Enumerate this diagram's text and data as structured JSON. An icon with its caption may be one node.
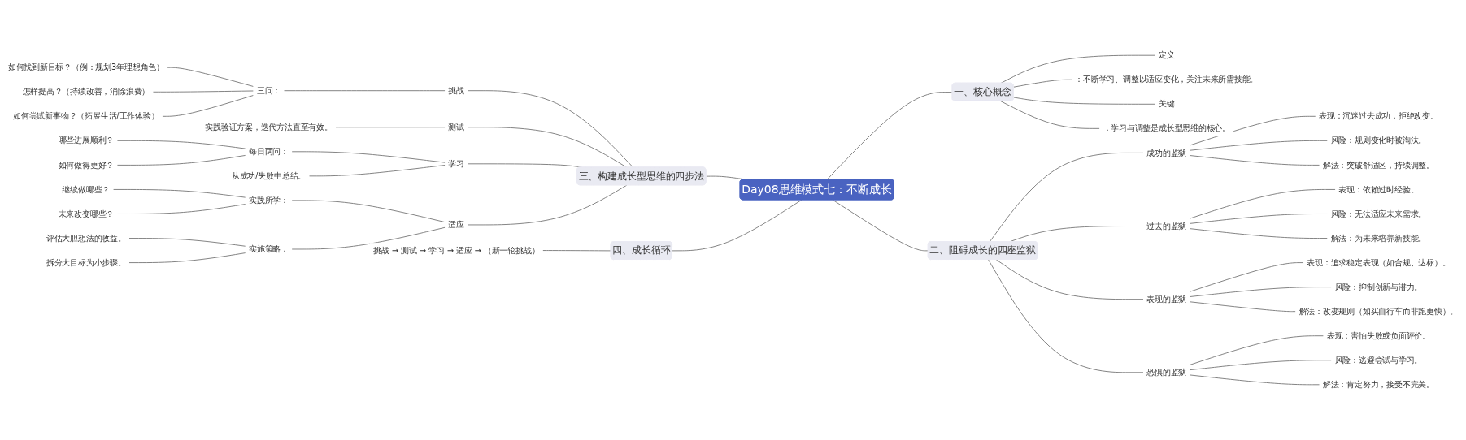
{
  "diagram": {
    "nodes": [
      {
        "text": [
          "Day08思维模式七：不断成长"
        ]
      },
      {
        "text": [
          "一、核心概念"
        ]
      },
      {
        "text": [
          "定义"
        ]
      },
      {
        "text": [
          "：不断学习、调整以适应变化，关注未来所需技能。"
        ]
      },
      {
        "text": [
          "关键"
        ]
      },
      {
        "text": [
          "：学习与调整是成长型思维的核心。"
        ]
      },
      {
        "text": [
          "二、阻碍成长的四座监狱"
        ]
      },
      {
        "text": [
          "成功的监狱"
        ]
      },
      {
        "text": [
          "表现：沉迷过去成功，拒绝改变。"
        ]
      },
      {
        "text": [
          "风险：规则变化时被淘汰。"
        ]
      },
      {
        "text": [
          "解法：突破舒适区，持续调整。"
        ]
      },
      {
        "text": [
          "过去的监狱"
        ]
      },
      {
        "text": [
          "表现：依赖过时经验。"
        ]
      },
      {
        "text": [
          "风险：无法适应未来需求。"
        ]
      },
      {
        "text": [
          "解法：为未来培养新技能。"
        ]
      },
      {
        "text": [
          "表现的监狱"
        ]
      },
      {
        "text": [
          "表现：追求稳定表现（如合规、达标）。"
        ]
      },
      {
        "text": [
          "风险：抑制创新与潜力。"
        ]
      },
      {
        "text": [
          "解法：改变规则（如买自行车而非跑更快）。"
        ]
      },
      {
        "text": [
          "恐惧的监狱"
        ]
      },
      {
        "text": [
          "表现：害怕失败或负面评价。"
        ]
      },
      {
        "text": [
          "风险：逃避尝试与学习。"
        ]
      },
      {
        "text": [
          "解法：肯定努力，接受不完美。"
        ]
      },
      {
        "text": [
          "三、构建成长型思维的四步法"
        ]
      },
      {
        "text": [
          "挑战"
        ]
      },
      {
        "text": [
          "三问："
        ]
      },
      {
        "text": [
          "如何找到新目标？（例：规划3年理想角色）"
        ]
      },
      {
        "text": [
          "怎样提高？（持续改善，消除浪费）"
        ]
      },
      {
        "text": [
          "如何尝试新事物？（拓展生活/工作体验）"
        ]
      },
      {
        "text": [
          "测试"
        ]
      },
      {
        "text": [
          "实践验证方案，迭代方法直至有效。"
        ]
      },
      {
        "text": [
          "学习"
        ]
      },
      {
        "text": [
          "每日两问："
        ]
      },
      {
        "text": [
          "哪些进展顺利？"
        ]
      },
      {
        "text": [
          "如何做得更好？"
        ]
      },
      {
        "text": [
          "从成功/失败中总结。"
        ]
      },
      {
        "text": [
          "适应"
        ]
      },
      {
        "text": [
          "实践所学："
        ]
      },
      {
        "text": [
          "继续做哪些？"
        ]
      },
      {
        "text": [
          "未来改变哪些？"
        ]
      },
      {
        "text": [
          "实施策略："
        ]
      },
      {
        "text": [
          "评估大胆想法的收益。"
        ]
      },
      {
        "text": [
          "拆分大目标为小步骤。"
        ]
      },
      {
        "text": [
          "四、成长循环"
        ]
      },
      {
        "text": [
          "挑战 → 测试 → 学习 → 适应 → （新一轮挑战）"
        ]
      }
    ],
    "edges": [
      {
        "from": 0,
        "to": 1,
        "arrow": "none"
      },
      {
        "from": 1,
        "to": 2,
        "arrow": "none"
      },
      {
        "from": 1,
        "to": 3,
        "arrow": "none"
      },
      {
        "from": 1,
        "to": 4,
        "arrow": "none"
      },
      {
        "from": 1,
        "to": 5,
        "arrow": "none"
      },
      {
        "from": 0,
        "to": 6,
        "arrow": "none"
      },
      {
        "from": 6,
        "to": 7,
        "arrow": "none"
      },
      {
        "from": 7,
        "to": 8,
        "arrow": "none"
      },
      {
        "from": 7,
        "to": 9,
        "arrow": "none"
      },
      {
        "from": 7,
        "to": 10,
        "arrow": "none"
      },
      {
        "from": 6,
        "to": 11,
        "arrow": "none"
      },
      {
        "from": 11,
        "to": 12,
        "arrow": "none"
      },
      {
        "from": 11,
        "to": 13,
        "arrow": "none"
      },
      {
        "from": 11,
        "to": 14,
        "arrow": "none"
      },
      {
        "from": 6,
        "to": 15,
        "arrow": "none"
      },
      {
        "from": 15,
        "to": 16,
        "arrow": "none"
      },
      {
        "from": 15,
        "to": 17,
        "arrow": "none"
      },
      {
        "from": 15,
        "to": 18,
        "arrow": "none"
      },
      {
        "from": 6,
        "to": 19,
        "arrow": "none"
      },
      {
        "from": 19,
        "to": 20,
        "arrow": "none"
      },
      {
        "from": 19,
        "to": 21,
        "arrow": "none"
      },
      {
        "from": 19,
        "to": 22,
        "arrow": "none"
      },
      {
        "from": 23,
        "to": 0,
        "arrow": "none"
      },
      {
        "from": 24,
        "to": 23,
        "arrow": "none"
      },
      {
        "from": 25,
        "to": 24,
        "arrow": "none"
      },
      {
        "from": 26,
        "to": 25,
        "arrow": "none"
      },
      {
        "from": 27,
        "to": 25,
        "arrow": "none"
      },
      {
        "from": 28,
        "to": 25,
        "arrow": "none"
      },
      {
        "from": 29,
        "to": 23,
        "arrow": "none"
      },
      {
        "from": 30,
        "to": 29,
        "arrow": "none"
      },
      {
        "from": 31,
        "to": 23,
        "arrow": "none"
      },
      {
        "from": 32,
        "to": 31,
        "arrow": "none"
      },
      {
        "from": 33,
        "to": 32,
        "arrow": "none"
      },
      {
        "from": 34,
        "to": 32,
        "arrow": "none"
      },
      {
        "from": 35,
        "to": 31,
        "arrow": "none"
      },
      {
        "from": 36,
        "to": 23,
        "arrow": "none"
      },
      {
        "from": 37,
        "to": 36,
        "arrow": "none"
      },
      {
        "from": 38,
        "to": 37,
        "arrow": "none"
      },
      {
        "from": 39,
        "to": 37,
        "arrow": "none"
      },
      {
        "from": 40,
        "to": 36,
        "arrow": "none"
      },
      {
        "from": 41,
        "to": 40,
        "arrow": "none"
      },
      {
        "from": 42,
        "to": 40,
        "arrow": "none"
      },
      {
        "from": 43,
        "to": 0,
        "arrow": "none"
      },
      {
        "from": 44,
        "to": 43,
        "arrow": "none"
      }
    ]
  }
}
